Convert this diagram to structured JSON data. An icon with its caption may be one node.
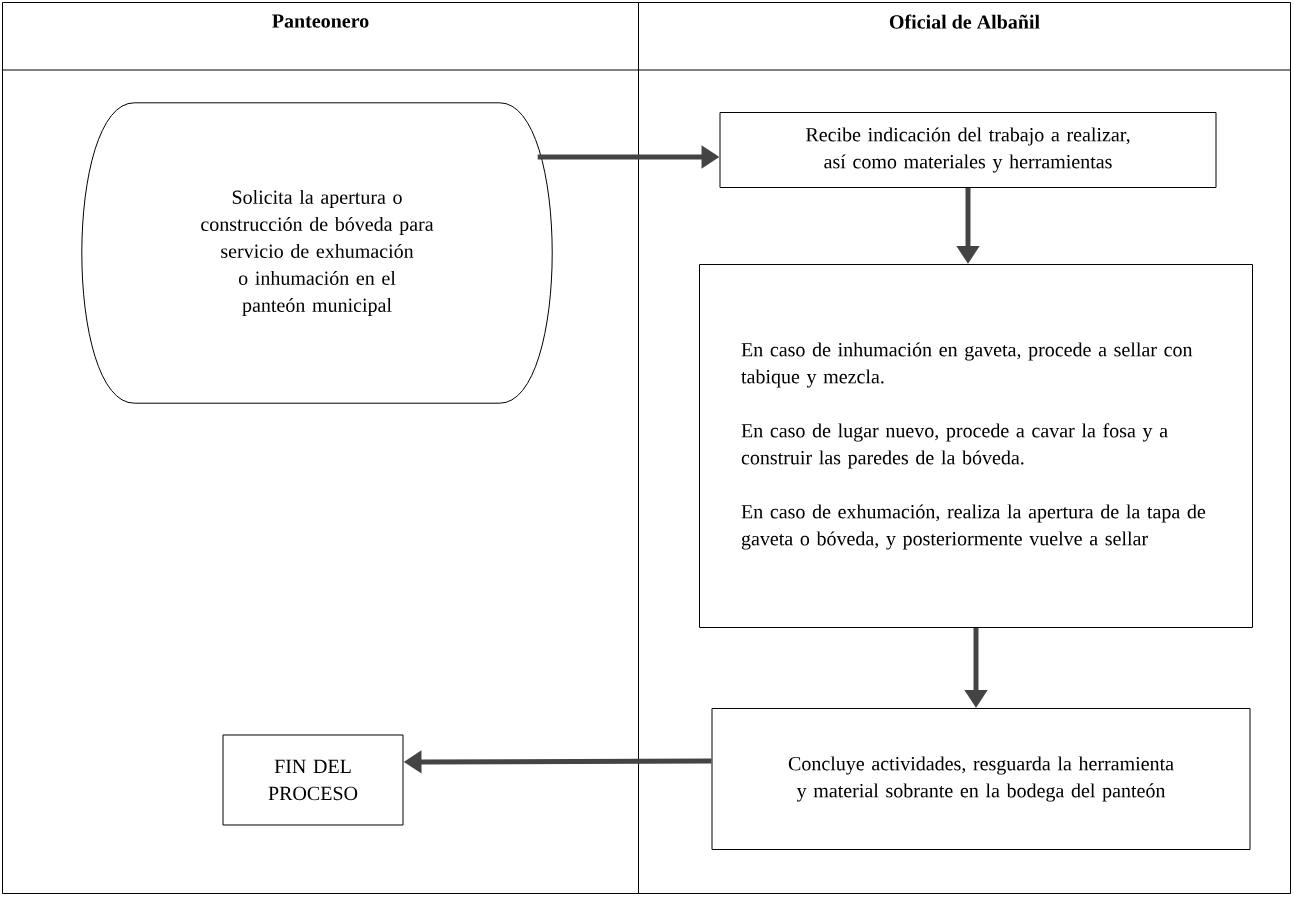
{
  "diagram": {
    "nodes": [
      {
        "text": [
          "Panteonero"
        ]
      },
      {
        "text": [
          "Oficial de Albañil"
        ]
      },
      {
        "text": [
          "Solicita la apertura o construcción de bóveda para servicio de exhumación o inhumación en el panteón municipal"
        ],
        "in": 0
      },
      {
        "text": [
          "Recibe indicación del trabajo a realizar, así como materiales y herramientas"
        ],
        "in": 1
      },
      {
        "text": [
          "En caso de inhumación en gaveta, procede a sellar con tabique y mezcla.",
          "En caso de lugar nuevo, procede a cavar la fosa y a construir las paredes de la bóveda.",
          "En caso de exhumación, realiza la apertura de la tapa de gaveta o bóveda, y posteriormente vuelve a sellar"
        ],
        "in": 1
      },
      {
        "text": [
          "Concluye actividades, resguarda la herramienta y material sobrante en la bodega del panteón"
        ],
        "in": 1
      },
      {
        "text": [
          "FIN DEL PROCESO"
        ],
        "in": 0
      }
    ],
    "edges": [
      {
        "from": 2,
        "to": 3,
        "arrow": "to"
      },
      {
        "from": 3,
        "to": 4,
        "arrow": "to"
      },
      {
        "from": 4,
        "to": 5,
        "arrow": "to"
      },
      {
        "from": 5,
        "to": 6,
        "arrow": "to"
      }
    ]
  }
}
